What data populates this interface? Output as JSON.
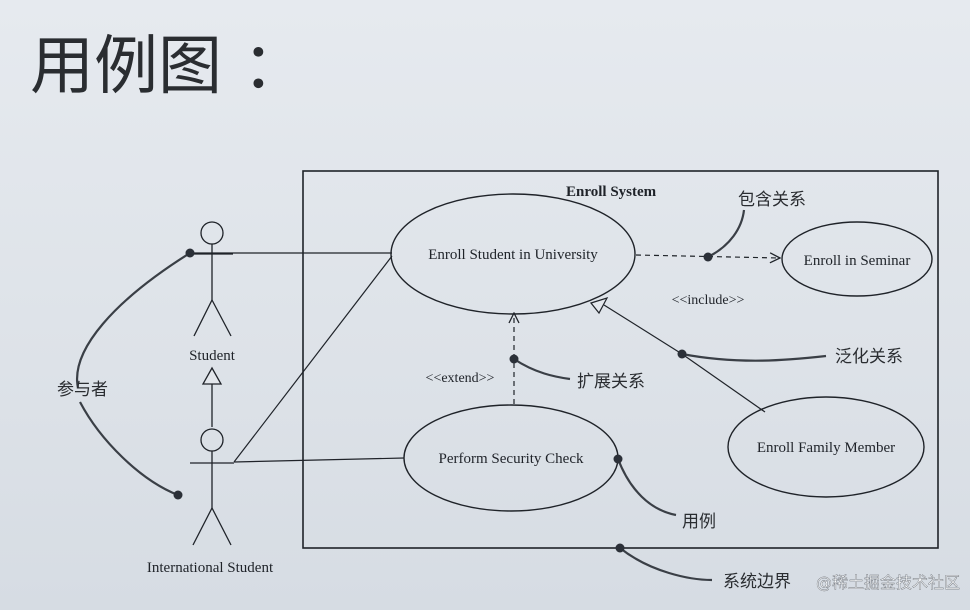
{
  "title": "用例图 ：",
  "system": {
    "name": "Enroll System"
  },
  "actors": [
    {
      "id": "student",
      "label": "Student"
    },
    {
      "id": "intl",
      "label": "International Student"
    }
  ],
  "use_cases": [
    {
      "id": "uc-enroll-univ",
      "label": "Enroll Student in University"
    },
    {
      "id": "uc-enroll-seminar",
      "label": "Enroll in Seminar"
    },
    {
      "id": "uc-security",
      "label": "Perform Security Check"
    },
    {
      "id": "uc-family",
      "label": "Enroll Family Member"
    }
  ],
  "stereotypes": {
    "include": "<<include>>",
    "extend": "<<extend>>"
  },
  "annotations": {
    "actor": "参与者",
    "include": "包含关系",
    "generalization": "泛化关系",
    "extend": "扩展关系",
    "use_case": "用例",
    "boundary": "系统边界"
  },
  "watermark": "@稀土掘金技术社区",
  "colors": {
    "ink": "#1f2329",
    "background": "#e2e6eb"
  }
}
